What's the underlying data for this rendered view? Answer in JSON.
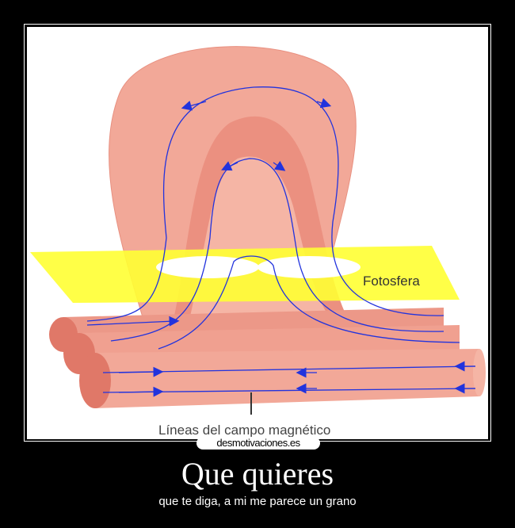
{
  "diagram": {
    "label_photosphere": "Fotosfera",
    "label_field_lines": "Líneas del campo magnético",
    "colors": {
      "tube": "#f0a090",
      "tube_dark": "#e08070",
      "plate": "#ffff33",
      "field_line": "#2233dd"
    }
  },
  "watermark": "desmotivaciones.es",
  "poster": {
    "title": "Que quieres",
    "subtitle": "que te diga, a mi me parece un grano"
  }
}
